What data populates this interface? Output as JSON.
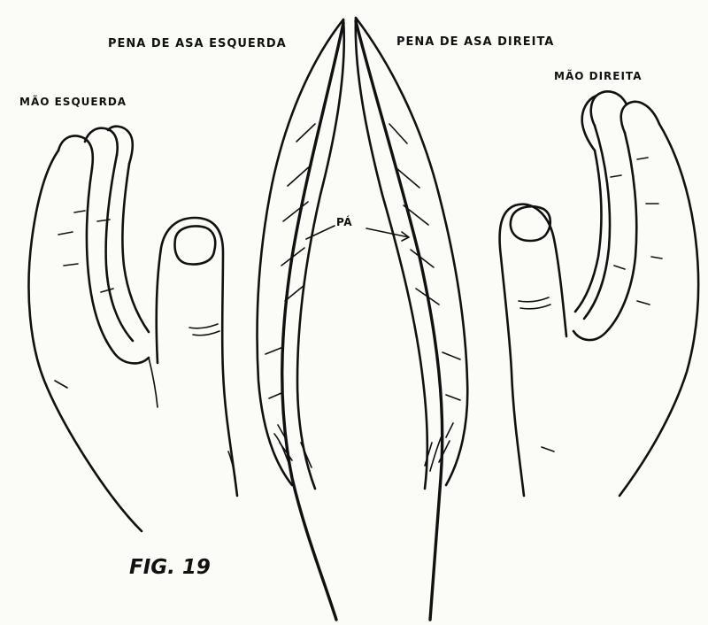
{
  "labels": {
    "left_feather": "PENA DE ASA ESQUERDA",
    "right_feather": "PENA DE ASA DIREITA",
    "left_hand": "MÃO ESQUERDA",
    "right_hand": "MÃO DIREITA",
    "vane": "PÁ",
    "figure": "FIG. 19"
  },
  "colors": {
    "ink": "#111111",
    "paper": "#fbfbf8"
  }
}
